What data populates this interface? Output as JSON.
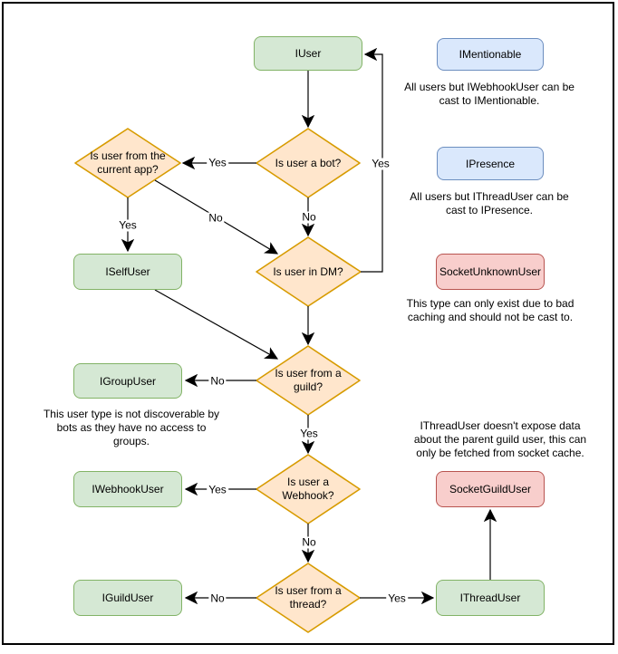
{
  "colors": {
    "green_fill": "#d5e8d4",
    "green_stroke": "#82b366",
    "orange_fill": "#ffe6cc",
    "orange_stroke": "#d79b00",
    "blue_fill": "#dae8fc",
    "blue_stroke": "#6c8ebf",
    "red_fill": "#f8cecc",
    "red_stroke": "#b85450",
    "edge_color": "#000000"
  },
  "nodes": {
    "iuser": {
      "label": "IUser"
    },
    "imentionable": {
      "label": "IMentionable"
    },
    "ipresence": {
      "label": "IPresence"
    },
    "socket_unknown_user": {
      "label": "SocketUnknownUser"
    },
    "iself_user": {
      "label": "ISelfUser"
    },
    "igroup_user": {
      "label": "IGroupUser"
    },
    "iwebhook_user": {
      "label": "IWebhookUser"
    },
    "iguild_user": {
      "label": "IGuildUser"
    },
    "socket_guild_user": {
      "label": "SocketGuildUser"
    },
    "ithread_user": {
      "label": "IThreadUser"
    }
  },
  "decisions": {
    "is_bot": {
      "lines": [
        "Is user a bot?",
        ""
      ]
    },
    "is_current_app": {
      "lines": [
        "Is user from the",
        "current app?"
      ]
    },
    "is_dm": {
      "lines": [
        "Is user in DM?",
        ""
      ]
    },
    "is_guild": {
      "lines": [
        "Is user from a",
        "guild?"
      ]
    },
    "is_webhook": {
      "lines": [
        "Is user a",
        "Webhook?"
      ]
    },
    "is_thread": {
      "lines": [
        "Is user from a",
        "thread?"
      ]
    }
  },
  "edge_labels": {
    "bot_yes": "Yes",
    "bot_no": "No",
    "current_app_yes": "Yes",
    "current_app_no": "No",
    "dm_yes": "Yes",
    "guild_no": "No",
    "guild_yes": "Yes",
    "webhook_yes": "Yes",
    "webhook_no": "No",
    "thread_no": "No",
    "thread_yes": "Yes"
  },
  "notes": {
    "mentionable": {
      "lines": [
        "All users but IWebhookUser can be",
        "cast to IMentionable.",
        ""
      ]
    },
    "presence": {
      "lines": [
        "All users but IThreadUser can be",
        "cast to IPresence.",
        ""
      ]
    },
    "unknown": {
      "lines": [
        "This type can only exist due to bad",
        "caching and should not be cast to.",
        ""
      ]
    },
    "group": {
      "lines": [
        "This user type is not discoverable by",
        "bots as they have no access to",
        "groups."
      ]
    },
    "thread": {
      "lines": [
        "IThreadUser doesn't expose data",
        "about the parent guild user, this can",
        "only be fetched from socket cache."
      ]
    }
  }
}
